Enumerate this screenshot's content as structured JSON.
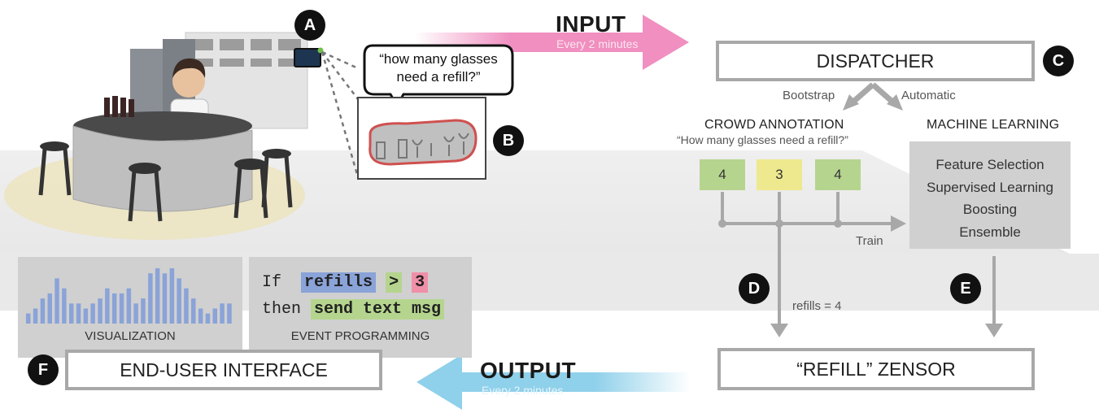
{
  "input": {
    "label": "INPUT",
    "sub": "Every 2 minutes"
  },
  "output": {
    "label": "OUTPUT",
    "sub": "Every 2 minutes"
  },
  "dispatcher": {
    "label": "DISPATCHER",
    "bootstrap": "Bootstrap",
    "automatic": "Automatic"
  },
  "speech": {
    "text": "“how many glasses need a refill?”"
  },
  "badges": {
    "a": "A",
    "b": "B",
    "c": "C",
    "d": "D",
    "e": "E",
    "f": "F"
  },
  "crowd": {
    "title": "CROWD ANNOTATION",
    "question": "“How many glasses need a refill?”",
    "answers": [
      {
        "value": "4",
        "color": "#b5d58e"
      },
      {
        "value": "3",
        "color": "#eee88e"
      },
      {
        "value": "4",
        "color": "#b5d58e"
      }
    ],
    "train": "Train",
    "refills": "refills = 4"
  },
  "ml": {
    "title": "MACHINE LEARNING",
    "items": [
      "Feature Selection",
      "Supervised Learning",
      "Boosting",
      "Ensemble"
    ]
  },
  "zensor": {
    "label": "“REFILL” ZENSOR"
  },
  "enduser": {
    "label": "END-USER INTERFACE",
    "viz_label": "VISUALIZATION",
    "viz_values": [
      2,
      3,
      5,
      6,
      9,
      7,
      4,
      4,
      3,
      4,
      5,
      7,
      6,
      6,
      7,
      4,
      5,
      10,
      11,
      10,
      11,
      9,
      7,
      5,
      3,
      2,
      3,
      4,
      4
    ],
    "prog_label": "EVENT PROGRAMMING",
    "line1": {
      "kw": "If",
      "var": "refills",
      "op": ">",
      "num": "3"
    },
    "line2": {
      "kw": "then",
      "action": "send text msg"
    }
  },
  "colors": {
    "input_arrow": "#f08fc0",
    "output_arrow": "#8fd0ea",
    "grey": "#a8a8a8",
    "viz_bar": "#8aa3d8"
  }
}
